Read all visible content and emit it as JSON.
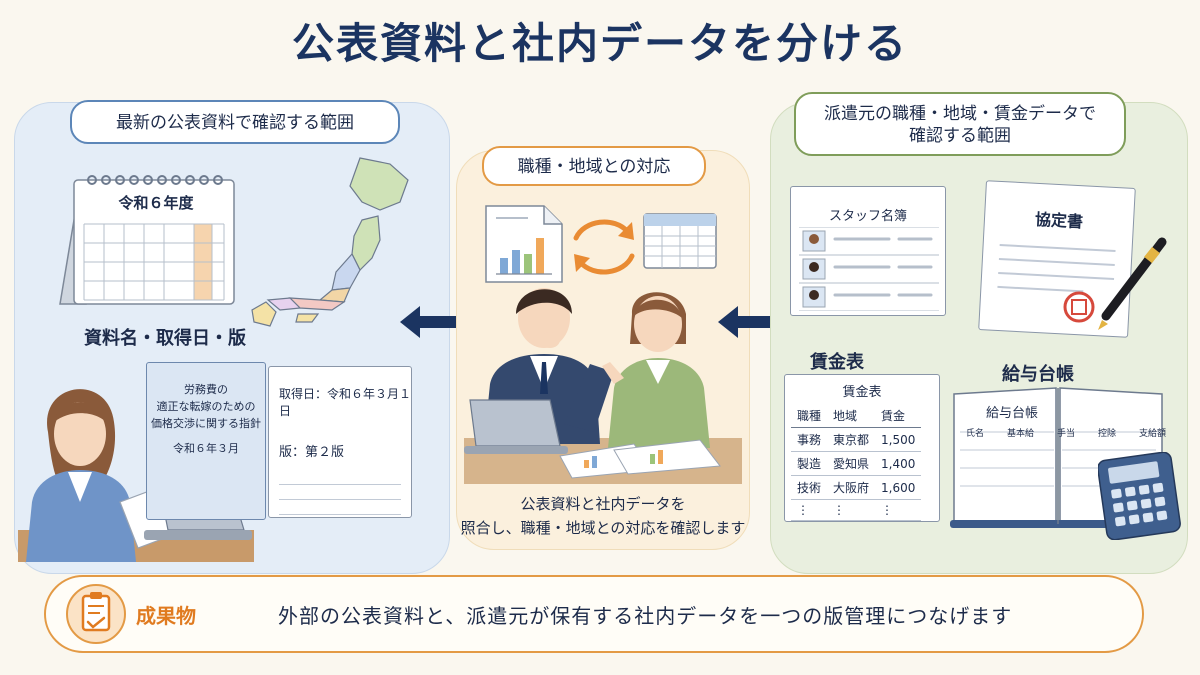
{
  "title": "公表資料と社内データを分ける",
  "left_panel": {
    "heading": "最新の公表資料で確認する範囲",
    "calendar_label": "令和６年度",
    "meta_label": "資料名・取得日・版",
    "doc_lines": [
      "労務費の",
      "適正な転嫁のための",
      "価格交渉に関する指針"
    ],
    "doc_date": "令和６年３月",
    "acquired": "取得日：令和６年３月１日",
    "version": "版：第２版"
  },
  "mid_panel": {
    "heading": "職種・地域との対応",
    "caption_lines": [
      "公表資料と社内データを",
      "照合し、職種・地域との対応を確認します"
    ]
  },
  "right_panel": {
    "heading_lines": [
      "派遣元の職種・地域・賃金データで",
      "確認する範囲"
    ],
    "staff_title": "スタッフ名簿",
    "agreement_title": "協定書",
    "wage_label": "賃金表",
    "wage_table": {
      "title": "賃金表",
      "headers": [
        "職種",
        "地域",
        "賃金"
      ],
      "rows": [
        [
          "事務",
          "東京都",
          "1,500"
        ],
        [
          "製造",
          "愛知県",
          "1,400"
        ],
        [
          "技術",
          "大阪府",
          "1,600"
        ],
        [
          "⋮",
          "⋮",
          "⋮"
        ]
      ]
    },
    "payroll_label": "給与台帳",
    "payroll_book": {
      "title": "給与台帳",
      "headers": [
        "氏名",
        "基本給",
        "手当",
        "控除",
        "支給額"
      ]
    }
  },
  "output": {
    "label": "成果物",
    "text": "外部の公表資料と、派遣元が保有する社内データを一つの版管理につなげます"
  },
  "colors": {
    "title": "#1b3461",
    "orange": "#e39a45",
    "blue": "#5c86b8",
    "green": "#7f9d5a",
    "arrow": "#1b3461"
  }
}
